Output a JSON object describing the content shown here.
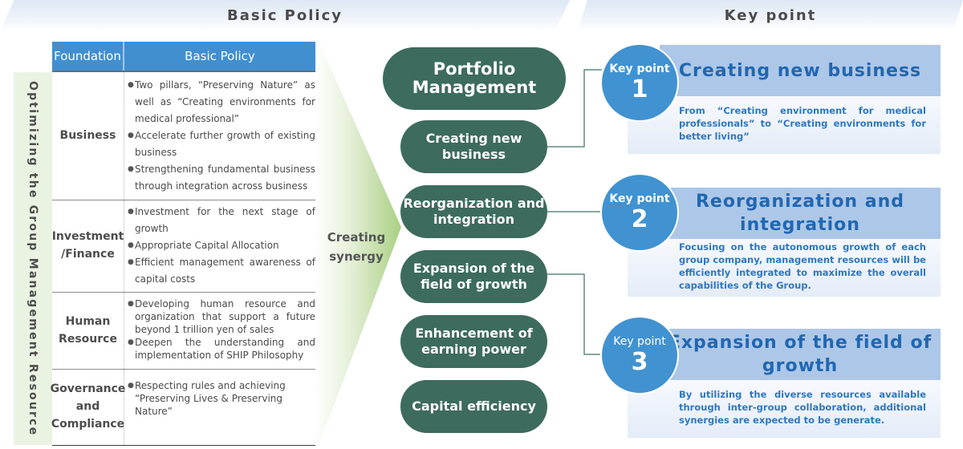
{
  "headers": {
    "left": "Basic Policy",
    "right": "Key point"
  },
  "side_band": "Optimizing the Group Management Resource",
  "table": {
    "columns": [
      "Foundation",
      "Basic Policy"
    ],
    "rows": [
      {
        "foundation": "Business",
        "bullets": [
          "Two pillars, “Preserving Nature” as well as “Creating environments for medical professional”",
          "Accelerate further growth of existing business",
          "Strengthening fundamental business through integration across business"
        ]
      },
      {
        "foundation": "Investment /Finance",
        "bullets": [
          "Investment for the next stage of growth",
          "Appropriate Capital Allocation",
          "Efficient management awareness of capital costs"
        ]
      },
      {
        "foundation": "Human Resource",
        "bullets": [
          "Developing human resource and organization that support a future beyond 1 trillion yen of sales",
          "Deepen the understanding and implementation of  SHIP Philosophy"
        ]
      },
      {
        "foundation": "Governance and Compliance",
        "bullets": [
          "Respecting rules and achieving “Preserving Lives & Preserving Nature”"
        ]
      }
    ]
  },
  "synergy_label": "Creating synergy",
  "pills": [
    "Portfolio Management",
    "Creating new business",
    "Reorganization and integration",
    "Expansion of the field of growth",
    "Enhancement of earning power",
    "Capital efficiency"
  ],
  "key_points": [
    {
      "label": "Key point",
      "number": "1",
      "title": "Creating new business",
      "description": "From “Creating environment  for medical professionals” to “Creating environments for better living”"
    },
    {
      "label": "Key point",
      "number": "2",
      "title": "Reorganization and integration",
      "description": "Focusing on the autonomous growth of each group company, management resources will be efficiently integrated to maximize the overall capabilities of the Group."
    },
    {
      "label": "Key point",
      "number": "3",
      "title": "Expansion of the field of growth",
      "description": "By utilizing the diverse resources available through inter-group collaboration, additional synergies are expected to be generate."
    }
  ],
  "colors": {
    "table_header": "#418fd1",
    "pill": "#3d6b5e",
    "key_circle": "#4192d1",
    "key_title_bg": "#adc7e8",
    "key_title_text": "#2167b1",
    "side_band": "#eaf3e1",
    "connector": "#5f8a80"
  }
}
